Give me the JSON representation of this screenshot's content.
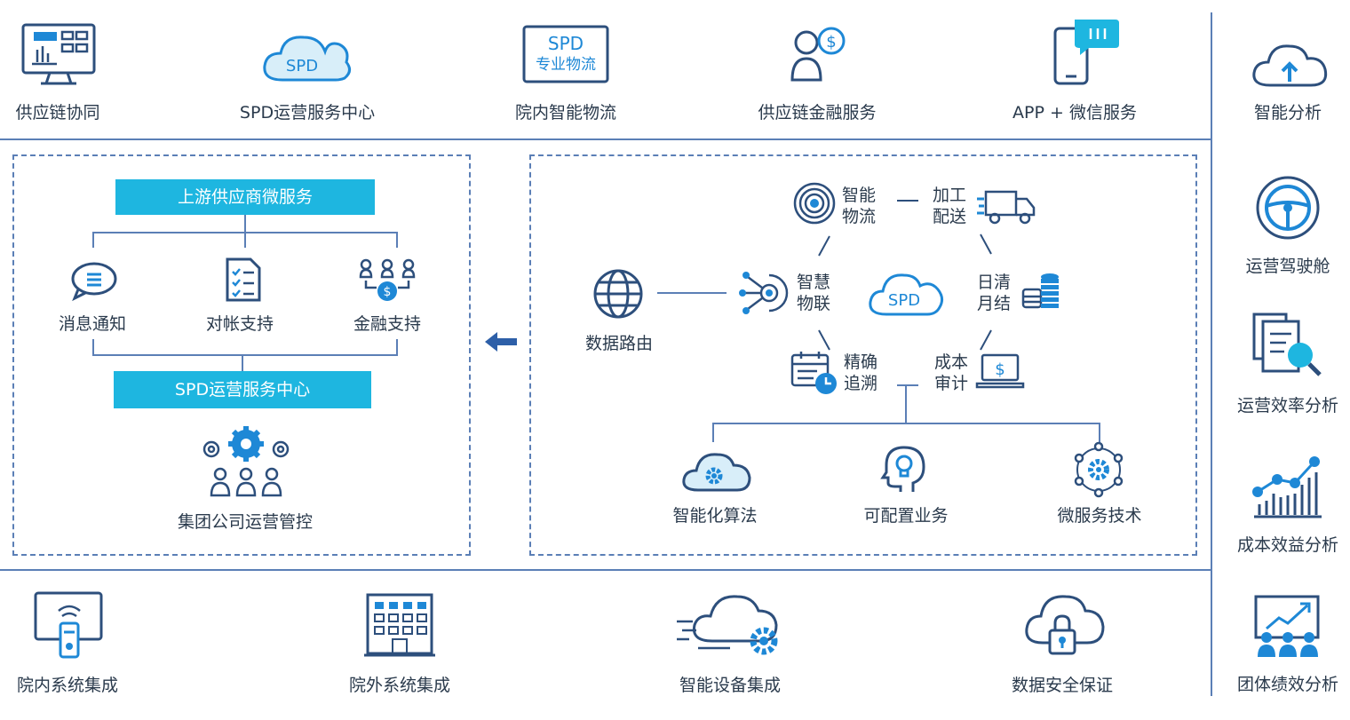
{
  "top_row": [
    {
      "label": "供应链协同",
      "icon": "dashboard-monitor-icon"
    },
    {
      "label": "SPD运营服务中心",
      "icon": "spd-cloud-icon"
    },
    {
      "label": "院内智能物流",
      "icon": "spd-logistics-badge-icon",
      "badge_line1": "SPD",
      "badge_line2": "专业物流"
    },
    {
      "label": "供应链金融服务",
      "icon": "user-finance-icon"
    },
    {
      "label": "APP + 微信服务",
      "icon": "phone-chat-icon"
    }
  ],
  "right_column": [
    {
      "label": "智能分析",
      "icon": "cloud-upload-icon"
    },
    {
      "label": "运营驾驶舱",
      "icon": "steering-wheel-icon"
    },
    {
      "label": "运营效率分析",
      "icon": "document-search-icon"
    },
    {
      "label": "成本效益分析",
      "icon": "bar-trend-icon"
    },
    {
      "label": "团体绩效分析",
      "icon": "team-chart-icon"
    }
  ],
  "left_panel": {
    "top_bar": "上游供应商微服务",
    "bottom_bar": "SPD运营服务中心",
    "items": [
      {
        "label": "消息通知",
        "icon": "chat-bubble-icon"
      },
      {
        "label": "对帐支持",
        "icon": "checklist-icon"
      },
      {
        "label": "金融支持",
        "icon": "people-money-icon"
      }
    ],
    "footer_label": "集团公司运营管控"
  },
  "right_panel": {
    "center_badge": "SPD",
    "data_routing": "数据路由",
    "hex_nodes": [
      {
        "l1": "智能",
        "l2": "物流",
        "icon": "wireless-signal-icon"
      },
      {
        "l1": "加工",
        "l2": "配送",
        "icon": "truck-icon"
      },
      {
        "l1": "智慧",
        "l2": "物联",
        "icon": "iot-network-icon"
      },
      {
        "l1": "日清",
        "l2": "月结",
        "icon": "coin-stack-icon"
      },
      {
        "l1": "精确",
        "l2": "追溯",
        "icon": "calendar-clock-icon"
      },
      {
        "l1": "成本",
        "l2": "审计",
        "icon": "laptop-dollar-icon"
      }
    ],
    "bottom_items": [
      {
        "label": "智能化算法",
        "icon": "cloud-gear-icon"
      },
      {
        "label": "可配置业务",
        "icon": "head-bulb-icon"
      },
      {
        "label": "微服务技术",
        "icon": "gear-network-icon"
      }
    ]
  },
  "bottom_row": [
    {
      "label": "院内系统集成",
      "icon": "wifi-terminal-icon"
    },
    {
      "label": "院外系统集成",
      "icon": "building-icon"
    },
    {
      "label": "智能设备集成",
      "icon": "cloud-settings-icon"
    },
    {
      "label": "数据安全保证",
      "icon": "cloud-lock-icon"
    }
  ],
  "colors": {
    "line": "#5b7fb6",
    "accent": "#1eb6e0",
    "icon_dark": "#2d4f7c",
    "icon_blue": "#1e88d6"
  }
}
